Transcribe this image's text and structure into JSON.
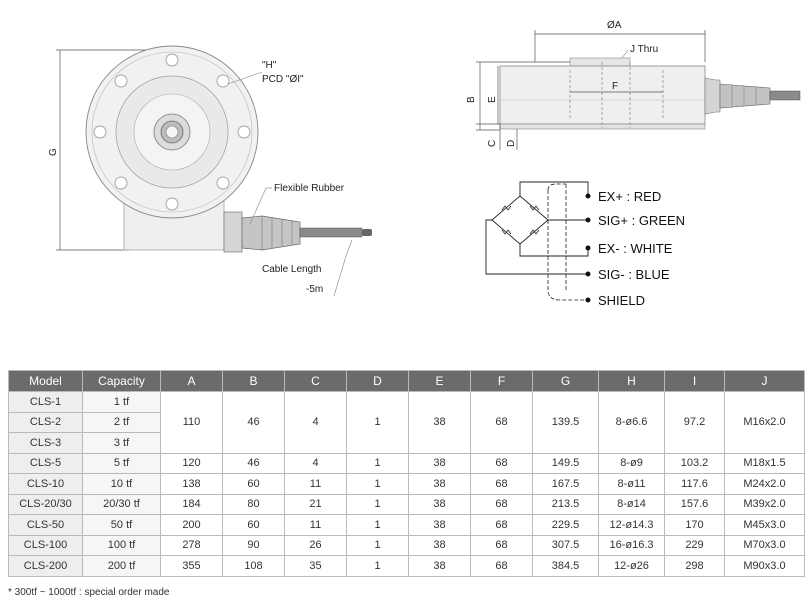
{
  "front_view": {
    "labels": {
      "h": "\"H\"",
      "pcd": "PCD \"ØI\"",
      "flexible_rubber": "Flexible Rubber",
      "cable_length": "Cable Length",
      "cable_len_value": "-5m",
      "g": "G"
    }
  },
  "side_view": {
    "labels": {
      "a": "ØA",
      "j_thru": "J Thru",
      "f": "F",
      "b": "B",
      "e": "E",
      "c": "C",
      "d": "D"
    }
  },
  "wiring": {
    "items": [
      {
        "label": "EX+ : RED"
      },
      {
        "label": "SIG+ : GREEN"
      },
      {
        "label": "EX- : WHITE"
      },
      {
        "label": "SIG- : BLUE"
      },
      {
        "label": "SHIELD"
      }
    ]
  },
  "table": {
    "headers": [
      "Model",
      "Capacity",
      "A",
      "B",
      "C",
      "D",
      "E",
      "F",
      "G",
      "H",
      "I",
      "J"
    ],
    "group": {
      "models": [
        "CLS-1",
        "CLS-2",
        "CLS-3"
      ],
      "capacities": [
        "1 tf",
        "2 tf",
        "3 tf"
      ],
      "values": [
        "110",
        "46",
        "4",
        "1",
        "38",
        "68",
        "139.5",
        "8-ø6.6",
        "97.2",
        "M16x2.0"
      ]
    },
    "rows": [
      {
        "cells": [
          "CLS-5",
          "5 tf",
          "120",
          "46",
          "4",
          "1",
          "38",
          "68",
          "149.5",
          "8-ø9",
          "103.2",
          "M18x1.5"
        ]
      },
      {
        "cells": [
          "CLS-10",
          "10 tf",
          "138",
          "60",
          "11",
          "1",
          "38",
          "68",
          "167.5",
          "8-ø11",
          "117.6",
          "M24x2.0"
        ]
      },
      {
        "cells": [
          "CLS-20/30",
          "20/30 tf",
          "184",
          "80",
          "21",
          "1",
          "38",
          "68",
          "213.5",
          "8-ø14",
          "157.6",
          "M39x2.0"
        ]
      },
      {
        "cells": [
          "CLS-50",
          "50 tf",
          "200",
          "60",
          "11",
          "1",
          "38",
          "68",
          "229.5",
          "12-ø14.3",
          "170",
          "M45x3.0"
        ]
      },
      {
        "cells": [
          "CLS-100",
          "100 tf",
          "278",
          "90",
          "26",
          "1",
          "38",
          "68",
          "307.5",
          "16-ø16.3",
          "229",
          "M70x3.0"
        ]
      },
      {
        "cells": [
          "CLS-200",
          "200 tf",
          "355",
          "108",
          "35",
          "1",
          "38",
          "68",
          "384.5",
          "12-ø26",
          "298",
          "M90x3.0"
        ]
      }
    ]
  },
  "footnote": "* 300tf ~ 1000tf : special order made"
}
